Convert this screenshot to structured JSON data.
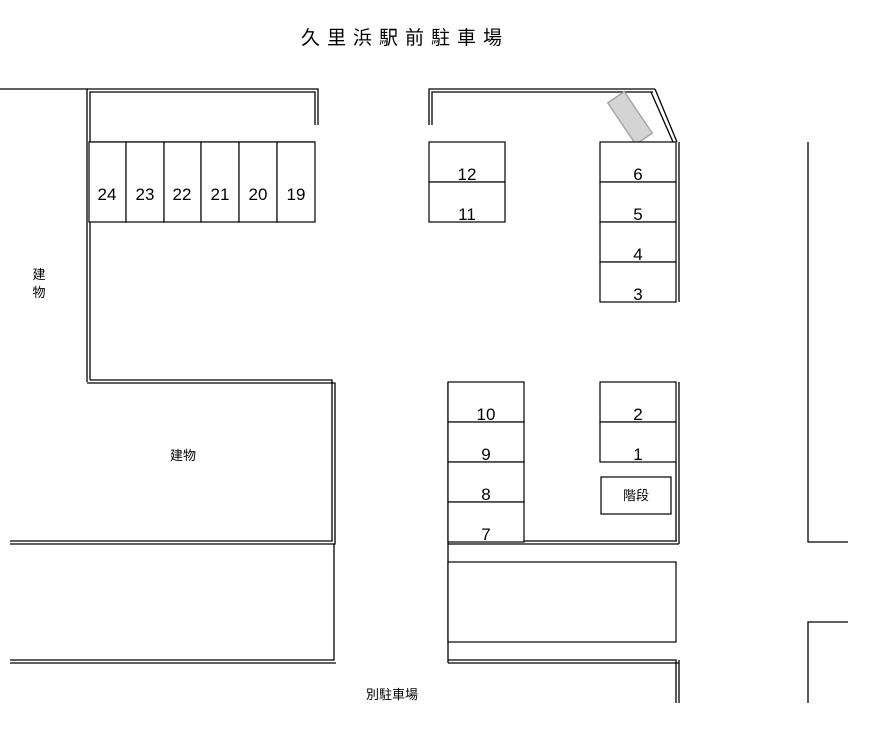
{
  "title": "久里浜駅前駐車場",
  "labels": {
    "building_left_1": "建",
    "building_left_2": "物",
    "building_center": "建物",
    "stairs": "階段",
    "other_parking": "別駐車場"
  },
  "slots": {
    "s1": "1",
    "s2": "2",
    "s3": "3",
    "s4": "4",
    "s5": "5",
    "s6": "6",
    "s7": "7",
    "s8": "8",
    "s9": "9",
    "s10": "10",
    "s11": "11",
    "s12": "12",
    "s19": "19",
    "s20": "20",
    "s21": "21",
    "s22": "22",
    "s23": "23",
    "s24": "24"
  },
  "colors": {
    "ramp_fill": "#d4d4d4",
    "ramp_stroke": "#a8a8a8"
  }
}
